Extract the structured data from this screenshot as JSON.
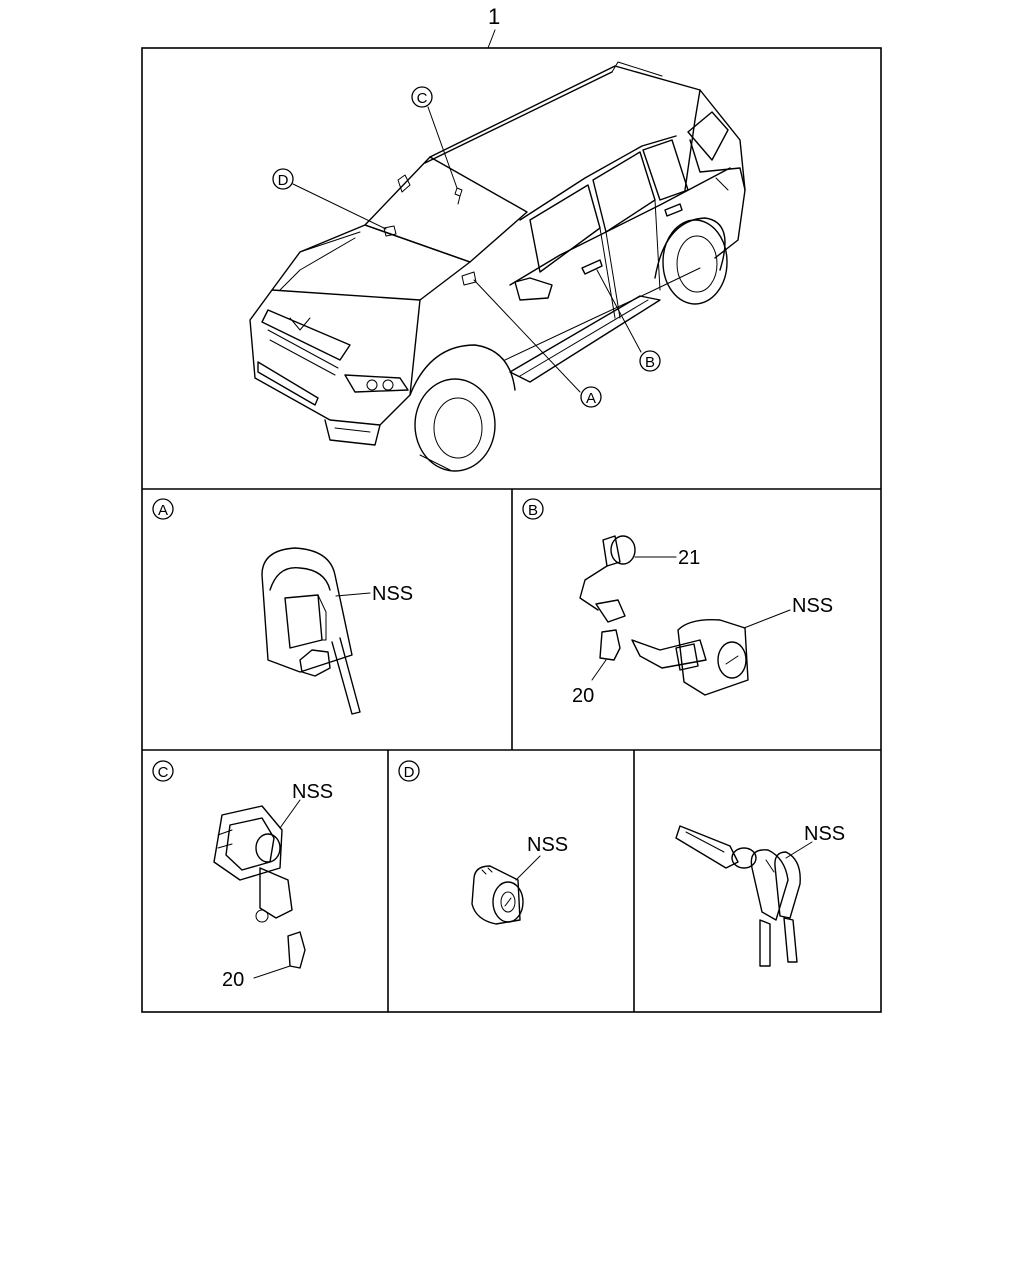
{
  "assembly_number": "1",
  "callouts": {
    "A": "A",
    "B": "B",
    "C": "C",
    "D": "D"
  },
  "panels": {
    "a": {
      "label": "A",
      "part_label": "NSS"
    },
    "b": {
      "label": "B",
      "part_label": "NSS",
      "part_21": "21",
      "part_20": "20"
    },
    "c": {
      "label": "C",
      "part_label": "NSS",
      "part_20": "20"
    },
    "d": {
      "label": "D",
      "part_label": "NSS"
    },
    "keys": {
      "part_label": "NSS"
    }
  }
}
